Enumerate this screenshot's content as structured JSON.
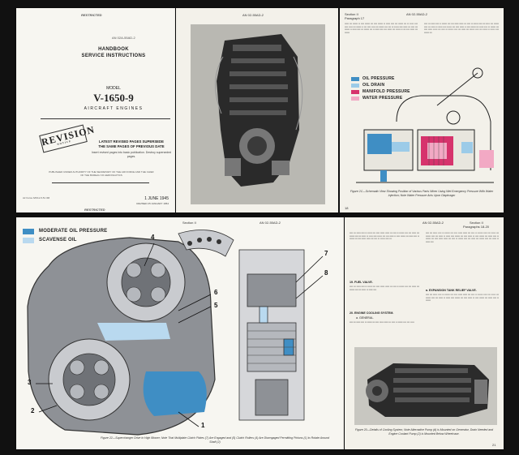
{
  "page1": {
    "doc_number": "AN 02A-55AD-2",
    "top_mark": "RESTRICTED",
    "title_line1": "HANDBOOK",
    "title_line2": "SERVICE INSTRUCTIONS",
    "model_label": "MODEL",
    "engine_model": "V-1650-9",
    "subtitle": "AIRCRAFT ENGINES",
    "stamp_text": "REVISION",
    "stamp_sub": "NOTICE",
    "latest_line1": "LATEST REVISED PAGES SUPERSEDE",
    "latest_line2": "THE SAME PAGES OF PREVIOUS DATE",
    "note": "Insert revised pages into basic publication. Destroy superseded pages.",
    "publication_note": "PUBLISHED UNDER AUTHORITY OF THE SECRETARY OF THE AIR FORCE AND THE CHIEF OF THE BUREAU OF AERONAUTICS",
    "footer_left": "Air Force 6/0/11-5-51 3M",
    "bottom_mark": "RESTRICTED",
    "issue_date": "1 JUNE 1945",
    "revised": "REVISED 25 JANUARY 1954"
  },
  "page2": {
    "doc_number": "AN 02-55AD-2"
  },
  "page3": {
    "header_left": "Section II",
    "header_left_sub": "Paragraph 17",
    "doc_number": "AN 02-55AD-2",
    "legend": [
      {
        "label": "OIL PRESSURE",
        "color": "#3f8ec4"
      },
      {
        "label": "OIL DRAIN",
        "color": "#9ccbe8"
      },
      {
        "label": "MANIFOLD PRESSURE",
        "color": "#d6336c"
      },
      {
        "label": "WATER PRESSURE",
        "color": "#f2a9c4"
      }
    ],
    "caption": "Figure 2C—Schematic View Showing Position of Various Parts When Using Wet Emergency Pressure With Water Injection; Note Water Pressure Acts Upon Diaphragm",
    "page_number": "18"
  },
  "page4": {
    "section": "Section II",
    "doc_number": "AN 02-55AD-2",
    "legend": [
      {
        "label": "MODERATE OIL PRESSURE",
        "color": "#3f8ec4"
      },
      {
        "label": "SCAVENSE OIL",
        "color": "#b9d9ef"
      }
    ],
    "callouts": [
      "1",
      "2",
      "3",
      "4",
      "5",
      "6",
      "7",
      "8"
    ],
    "caption": "Figure 22—Superchanger Drive in High Blower; Note That Multiplate Clutch Plates (7) Are Engaged and (5) Clutch Rollers (4) Are Disengaged Permitting Pinions (1) to Rotate Around Shaft (2)"
  },
  "page5": {
    "header_right": "Section II",
    "header_right_sub": "Paragraphs 18-20",
    "doc_number": "AN 02-55AD-2",
    "subhead1": "19. FUEL VALVE.",
    "subhead2": "20. ENGINE COOLING SYSTEM.",
    "subhead3": "a. EXPANSION TANK RELIEF VALVE.",
    "subhead4": "a. GENERAL.",
    "caption": "Figure 20—Details of Cooling System; Note Alternative Pump (d) is Mounted on Generator, Drain Needed and Engine Coolant Pump (2) is Mounted Below Wheelcase.",
    "page_number": "21"
  }
}
